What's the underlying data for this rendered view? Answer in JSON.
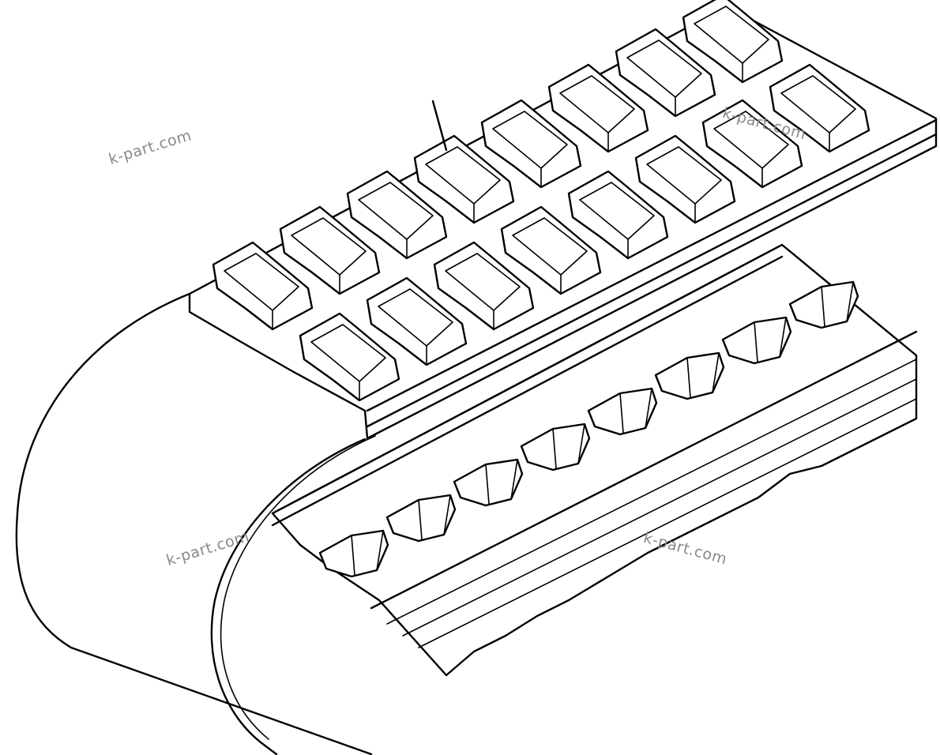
{
  "watermarks": [
    {
      "id": "wm-1",
      "text": "k-part.com"
    },
    {
      "id": "wm-2",
      "text": "k-part.com"
    },
    {
      "id": "wm-3",
      "text": "k-part.com"
    },
    {
      "id": "wm-4",
      "text": "k-part.com"
    }
  ],
  "colors": {
    "line": "#000000",
    "background": "#ffffff",
    "watermark": "#8a8a8a"
  }
}
